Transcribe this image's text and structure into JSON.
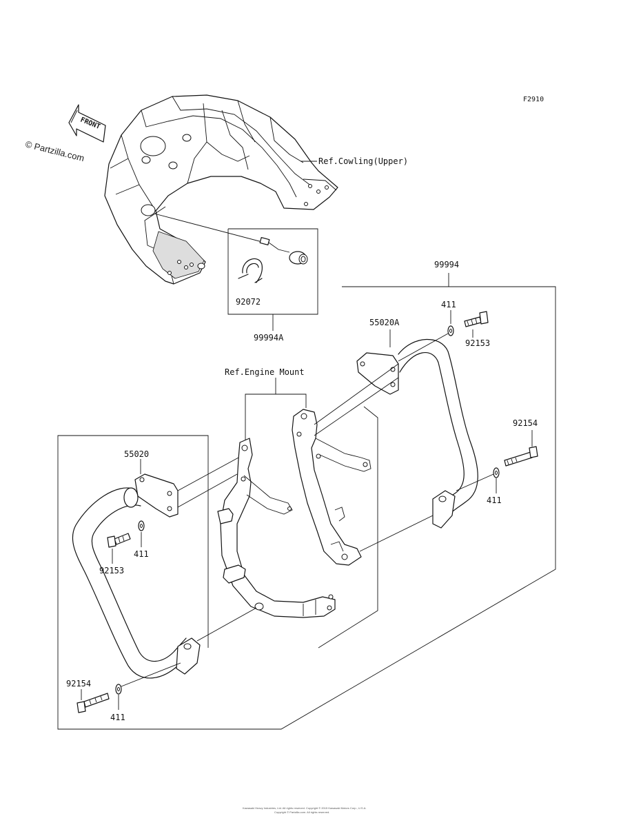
{
  "diagram_id": "F2910",
  "watermark": "© Partzilla.com",
  "front_arrow_label": "FRONT",
  "footer_line1": "Kawasaki Heavy Industries, Ltd. All rights reserved. Copyright © 2015 Kawasaki Motors Corp., U.S.A.",
  "footer_line2": "Copyright © Partzilla.com. All rights reserved.",
  "callouts": {
    "ref_cowling": "Ref.Cowling(Upper)",
    "ref_engine_mount": "Ref.Engine Mount",
    "kit_99994": "99994",
    "kit_99994A": "99994A",
    "clamp_92072": "92072",
    "guard_55020A": "55020A",
    "guard_55020": "55020",
    "washer_411_top": "411",
    "bolt_92153_top": "92153",
    "bolt_92154_right": "92154",
    "washer_411_right": "411",
    "washer_411_left": "411",
    "bolt_92153_left": "92153",
    "bolt_92154_left": "92154",
    "washer_411_bottom": "411"
  }
}
